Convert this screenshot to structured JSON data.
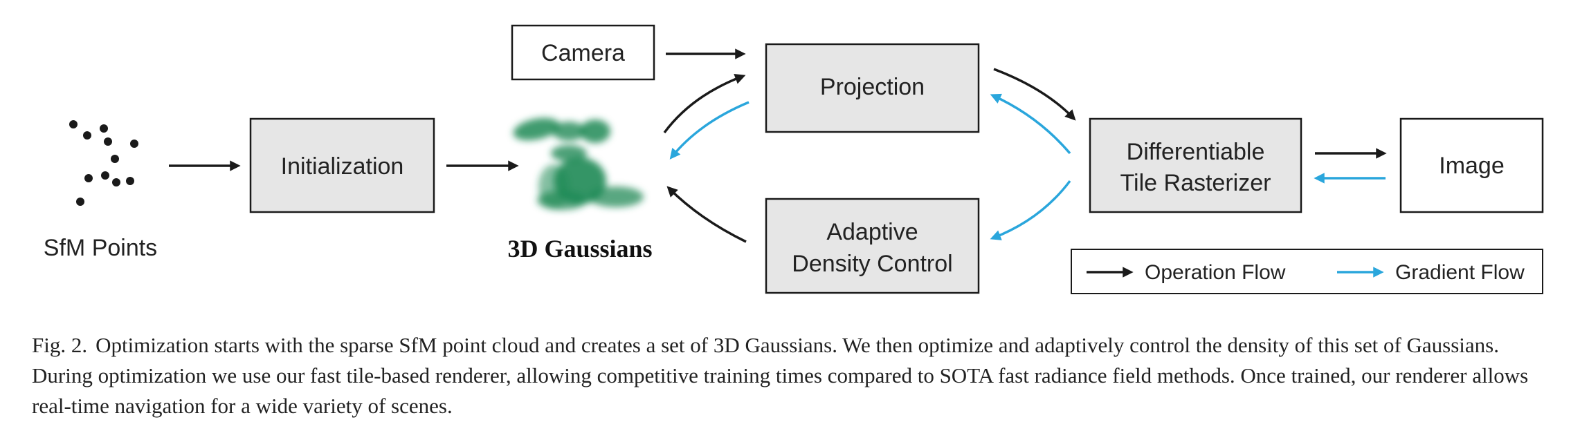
{
  "nodes": {
    "sfm_points": "SfM Points",
    "initialization": "Initialization",
    "gaussians": "3D Gaussians",
    "camera": "Camera",
    "projection": "Projection",
    "adaptive_line1": "Adaptive",
    "adaptive_line2": "Density Control",
    "rasterizer_line1": "Differentiable",
    "rasterizer_line2": "Tile Rasterizer",
    "image": "Image"
  },
  "legend": {
    "operation": "Operation Flow",
    "gradient": "Gradient Flow"
  },
  "colors": {
    "operation": "#1a1a1a",
    "gradient": "#2aa6dc",
    "box_fill": "#e6e6e6",
    "gaussian": "#1f8a55"
  },
  "caption": {
    "label": "Fig. 2.",
    "text": "Optimization starts with the sparse SfM point cloud and creates a set of 3D Gaussians. We then optimize and adaptively control the density of this set of Gaussians. During optimization we use our fast tile-based renderer, allowing competitive training times compared to SOTA fast radiance field methods. Once trained, our renderer allows real-time navigation for a wide variety of scenes."
  }
}
